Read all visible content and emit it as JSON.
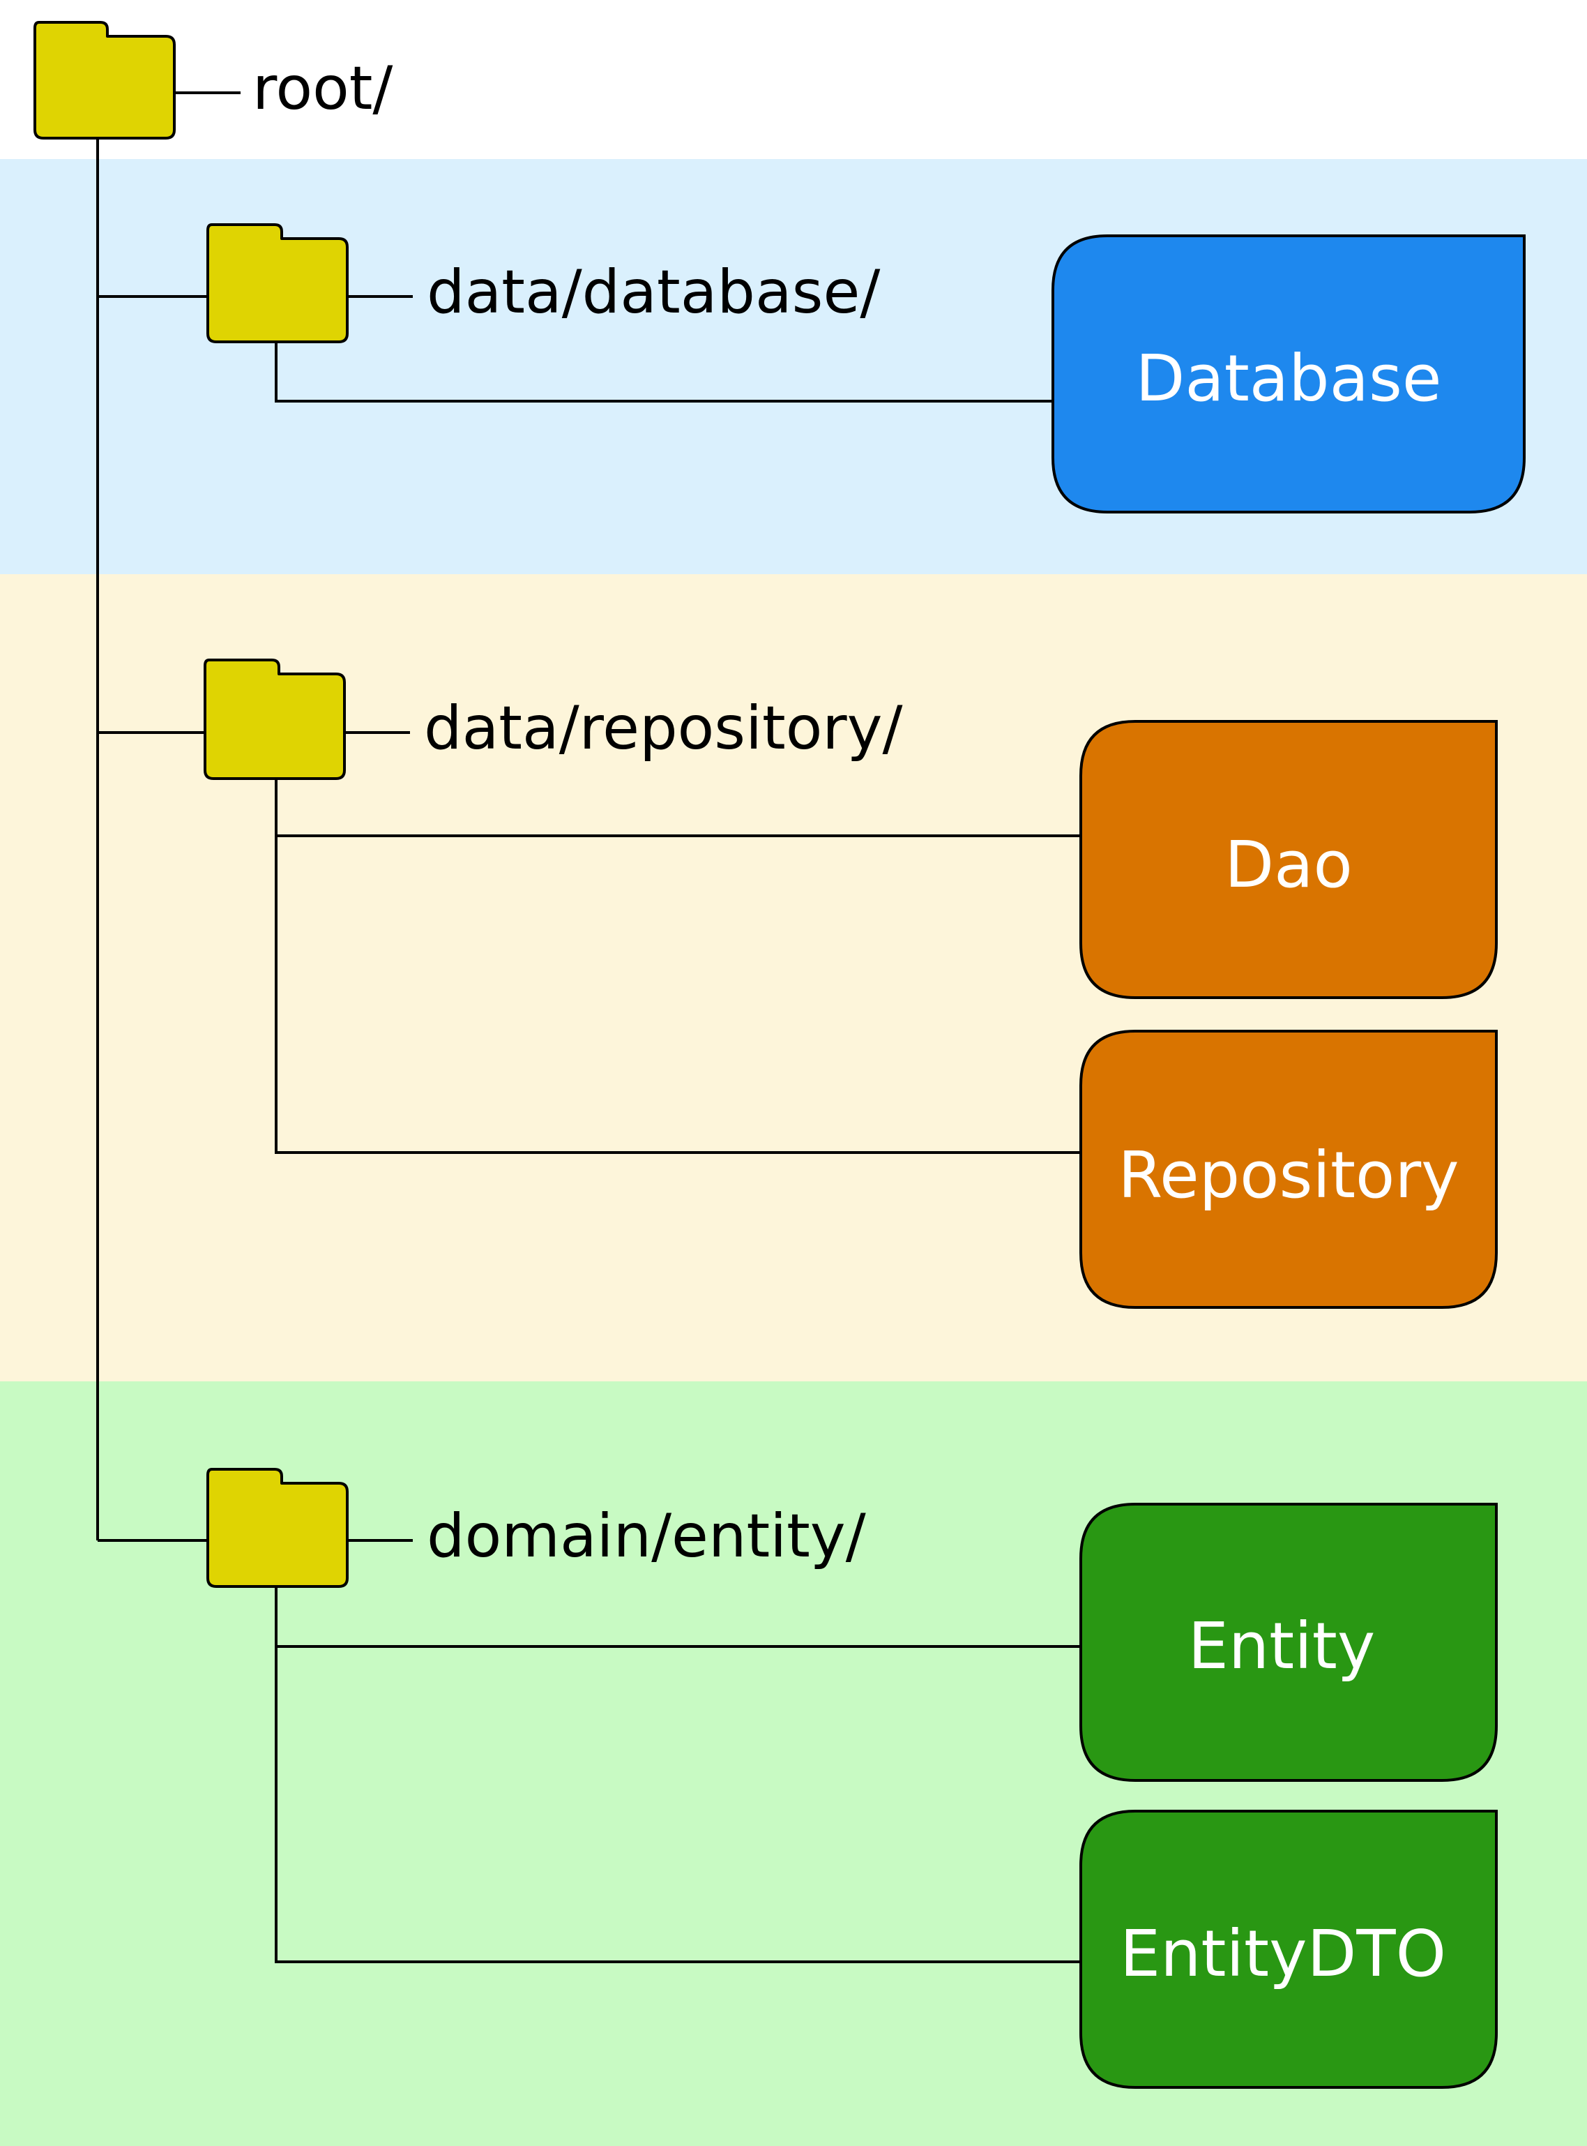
{
  "colors": {
    "band_database": "#daf0fd",
    "band_repository": "#fdf5da",
    "band_entity": "#c8fac3",
    "folder": "#dfd402",
    "card_database": "#1e88ee",
    "card_repository": "#d97400",
    "card_entity": "#299713"
  },
  "tree": {
    "root": {
      "label": "root/",
      "icon": "folder-icon"
    },
    "folders": [
      {
        "label": "data/database/",
        "icon": "folder-icon"
      },
      {
        "label": "data/repository/",
        "icon": "folder-icon"
      },
      {
        "label": "domain/entity/",
        "icon": "folder-icon"
      }
    ]
  },
  "cards": {
    "database": "Database",
    "dao": "Dao",
    "repository": "Repository",
    "entity": "Entity",
    "entity_dto": "EntityDTO"
  }
}
